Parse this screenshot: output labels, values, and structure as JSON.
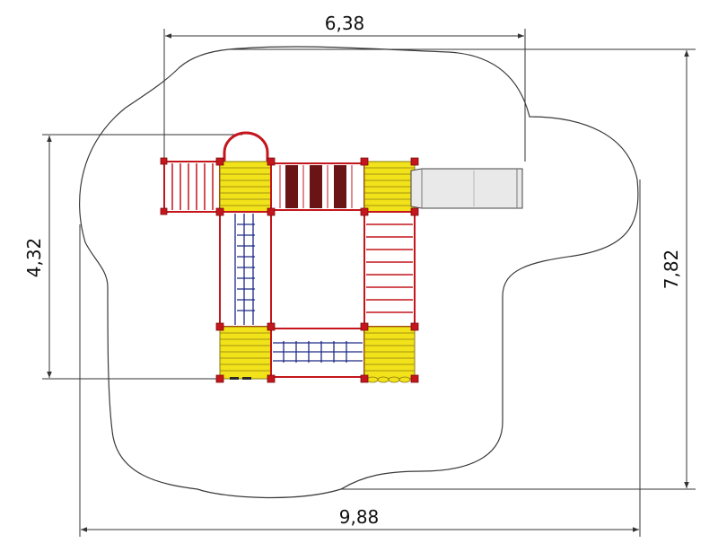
{
  "dimensions": {
    "top": "6,38",
    "left": "4,32",
    "right": "7,82",
    "bottom": "9,88"
  },
  "colors": {
    "frame": "#c4161c",
    "deck": "#f2e21a",
    "deck_line": "#8a7a10",
    "net": "#1f2a86",
    "bridge": "#6b1416",
    "slide": "#e9e9e9",
    "outline": "#3a3a3a"
  }
}
